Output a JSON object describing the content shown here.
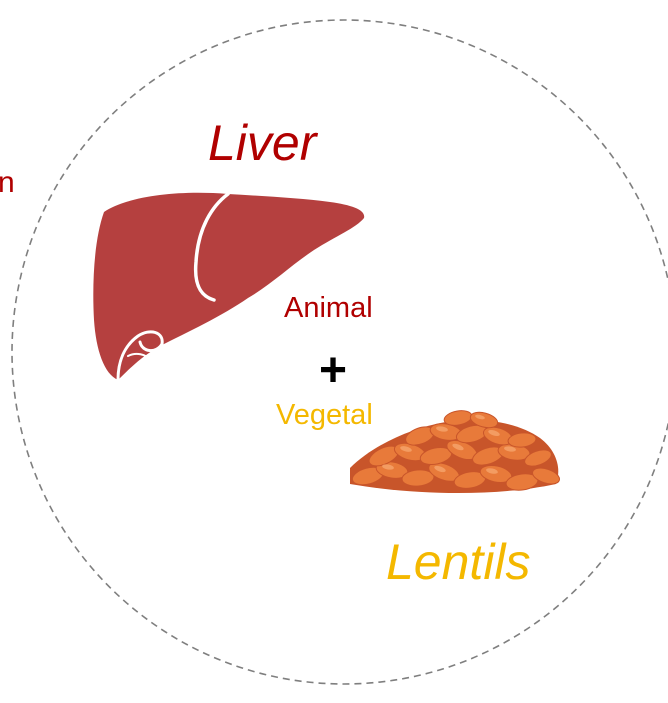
{
  "labels": {
    "cut_text": "n",
    "liver_title": "Liver",
    "animal": "Animal",
    "plus": "+",
    "vegetal": "Vegetal",
    "lentils_title": "Lentils"
  },
  "colors": {
    "animal_red": "#b00000",
    "vegetal_yellow": "#f4b800",
    "circle_stroke": "#7f7f7f",
    "liver_fill": "#b5403f",
    "liver_outline": "#ffffff",
    "lentil_fill": "#e87a3a",
    "lentil_dark": "#c8552a",
    "lentil_highlight": "#f5a26a",
    "plus_color": "#000000"
  },
  "icons": {
    "liver": "liver-icon",
    "lentils": "lentils-icon"
  }
}
